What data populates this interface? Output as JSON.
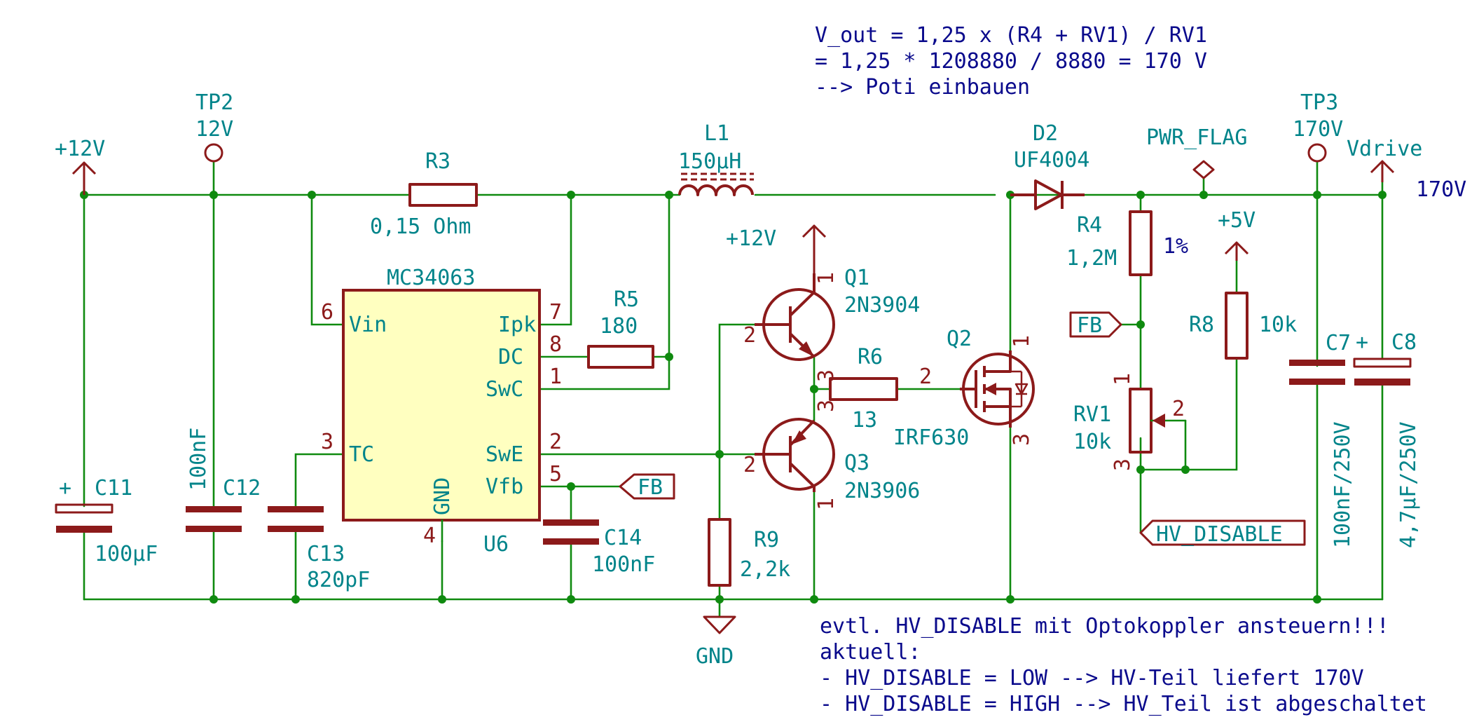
{
  "notes": {
    "formula": [
      "V_out = 1,25 x (R4 + RV1) / RV1",
      "= 1,25 * 1208880 / 8880 = 170 V",
      "--> Poti einbauen"
    ],
    "footer": [
      "evtl. HV_DISABLE mit Optokoppler ansteuern!!!",
      "aktuell:",
      "- HV_DISABLE = LOW  --> HV-Teil liefert 170V",
      "- HV_DISABLE = HIGH --> HV_Teil ist abgeschaltet"
    ],
    "output_voltage": "170V",
    "r4_tolerance": "1%"
  },
  "power": {
    "in_12v": "+12V",
    "q1_12v": "+12V",
    "plus5": "+5V",
    "gnd": "GND",
    "vdrive": "Vdrive",
    "pwr_flag": "PWR_FLAG",
    "tp2_ref": "TP2",
    "tp2_val": "12V",
    "tp3_ref": "TP3",
    "tp3_val": "170V"
  },
  "labels": {
    "fb": "FB",
    "hv_disable": "HV_DISABLE"
  },
  "ic": {
    "part": "MC34063",
    "ref": "U6",
    "pins": {
      "vin": "Vin",
      "tc": "TC",
      "ipk": "Ipk",
      "dc": "DC",
      "swc": "SwC",
      "swe": "SwE",
      "vfb": "Vfb",
      "gnd": "GND"
    },
    "pin_numbers": {
      "vin": "6",
      "tc": "3",
      "ipk": "7",
      "dc": "8",
      "swc": "1",
      "swe": "2",
      "vfb": "5",
      "gnd": "4"
    }
  },
  "components": {
    "r3": {
      "ref": "R3",
      "value": "0,15 Ohm"
    },
    "l1": {
      "ref": "L1",
      "value": "150µH"
    },
    "r5": {
      "ref": "R5",
      "value": "180"
    },
    "r6": {
      "ref": "R6",
      "value": "13",
      "pin": "2"
    },
    "r9": {
      "ref": "R9",
      "value": "2,2k"
    },
    "r4": {
      "ref": "R4",
      "value": "1,2M"
    },
    "r8": {
      "ref": "R8",
      "value": "10k"
    },
    "rv1": {
      "ref": "RV1",
      "value": "10k",
      "pins": [
        "1",
        "2",
        "3"
      ]
    },
    "d2": {
      "ref": "D2",
      "value": "UF4004"
    },
    "q1": {
      "ref": "Q1",
      "value": "2N3904",
      "pins": [
        "1",
        "2",
        "3"
      ]
    },
    "q3": {
      "ref": "Q3",
      "value": "2N3906",
      "pins": [
        "1",
        "2",
        "3"
      ]
    },
    "q2": {
      "ref": "Q2",
      "value": "IRF630",
      "pins": [
        "1",
        "3"
      ]
    },
    "c11": {
      "ref": "C11",
      "value": "100µF"
    },
    "c12": {
      "ref": "C12",
      "value": "100nF"
    },
    "c13": {
      "ref": "C13",
      "value": "820pF"
    },
    "c14": {
      "ref": "C14",
      "value": "100nF"
    },
    "c7": {
      "ref": "C7",
      "value": "100nF/250V"
    },
    "c8": {
      "ref": "C8",
      "value": "4,7µF/250V"
    }
  },
  "polarity_mark": "+"
}
